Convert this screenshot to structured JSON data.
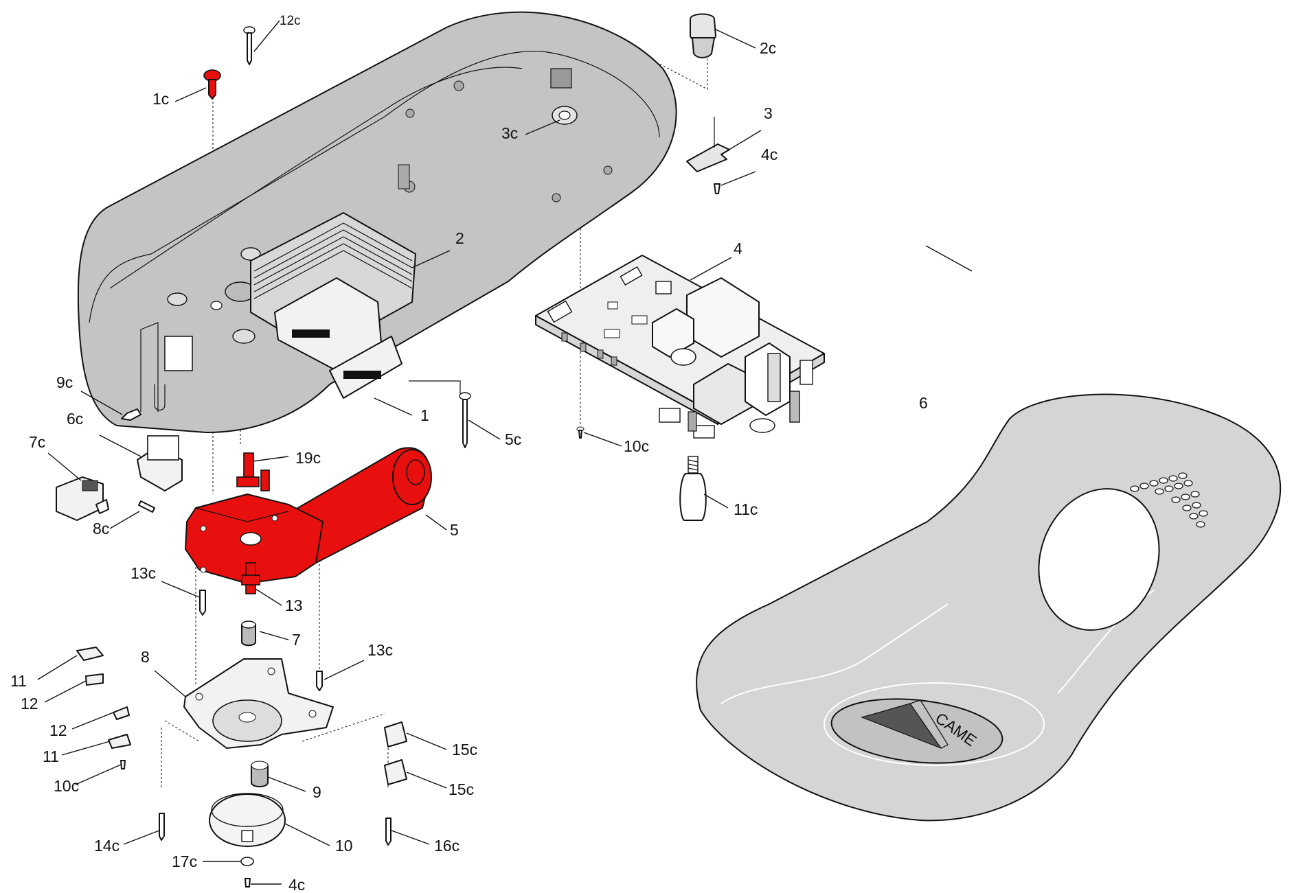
{
  "colors": {
    "highlight": "#e8100f",
    "housing_fill": "#c4c4c4",
    "cover_fill": "#d5d5d5",
    "line": "#111111",
    "background": "#ffffff"
  },
  "logo_text": "CAME",
  "callouts": {
    "c12c": "12c",
    "c2c": "2c",
    "c1c": "1c",
    "c3c": "3c",
    "c3": "3",
    "c4c_top": "4c",
    "c2": "2",
    "c4": "4",
    "c1": "1",
    "c9c": "9c",
    "c6c": "6c",
    "c7c": "7c",
    "c19c": "19c",
    "c5c": "5c",
    "c10c_top": "10c",
    "c6": "6",
    "c8c": "8c",
    "c5": "5",
    "c11c": "11c",
    "c13c_top": "13c",
    "c13": "13",
    "c7": "7",
    "c13c_right": "13c",
    "c8": "8",
    "c11_top": "11",
    "c12_top": "12",
    "c12_bottom": "12",
    "c11_bottom": "11",
    "c10c_bottom": "10c",
    "c15c_top": "15c",
    "c15c_bottom": "15c",
    "c9": "9",
    "c14c": "14c",
    "c10": "10",
    "c16c": "16c",
    "c17c": "17c",
    "c4c_bottom": "4c"
  }
}
